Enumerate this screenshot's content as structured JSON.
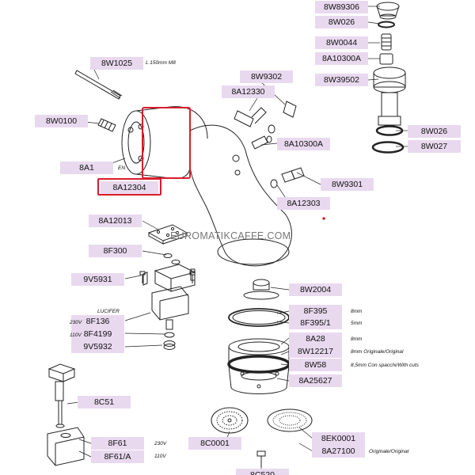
{
  "labels": {
    "l8W89306": "8W89306",
    "l8W026_top": "8W026",
    "l8W0044": "8W0044",
    "l8A10300A_r": "8A10300A",
    "l8W39502": "8W39502",
    "l8W1025": "8W1025",
    "l8W9302": "8W9302",
    "l8A12330": "8A12330",
    "l8W0100": "8W0100",
    "l8A10300A_m": "8A10300A",
    "l8W026_r": "8W026",
    "l8W027": "8W027",
    "l8A1": "8A1",
    "l8A12304": "8A12304",
    "l8W9301": "8W9301",
    "l8A12303": "8A12303",
    "l8A12013": "8A12013",
    "l8F300": "8F300",
    "l9V5931": "9V5931",
    "l8W2004": "8W2004",
    "l8F136": "8F136",
    "l8F395": "8F395",
    "l8F4199": "8F4199",
    "l8F395_1": "8F395/1",
    "l9V5932": "9V5932",
    "l8A28": "8A28",
    "l8W12217": "8W12217",
    "l8W58": "8W58",
    "l8A25627": "8A25627",
    "l8C51": "8C51",
    "l8EK0001": "8EK0001",
    "l8C0001": "8C0001",
    "l8F61": "8F61",
    "l8A27100": "8A27100",
    "l8F61A": "8F61/A",
    "l8C520": "8C520"
  },
  "notes": {
    "n_l150": "L 150mm M8",
    "n_en": "EN",
    "n_lucifer": "LUCIFER",
    "n_230v_a": "230V",
    "n_110v_a": "110V",
    "n_8mm_a": "8mm",
    "n_5mm": "5mm",
    "n_8mm_b": "8mm",
    "n_8mm_orig": "8mm Originale/Original",
    "n_85mm": "8,5mm  Con spacchi/With cuts",
    "n_orig": "Originale/Original",
    "n_230v_b": "230V",
    "n_110v_b": "110V"
  },
  "watermark": "EUROMATIKCAFFE.COM",
  "colors": {
    "label_bg": "#e9d9ef",
    "highlight": "#d91c2c",
    "line": "#222222"
  }
}
